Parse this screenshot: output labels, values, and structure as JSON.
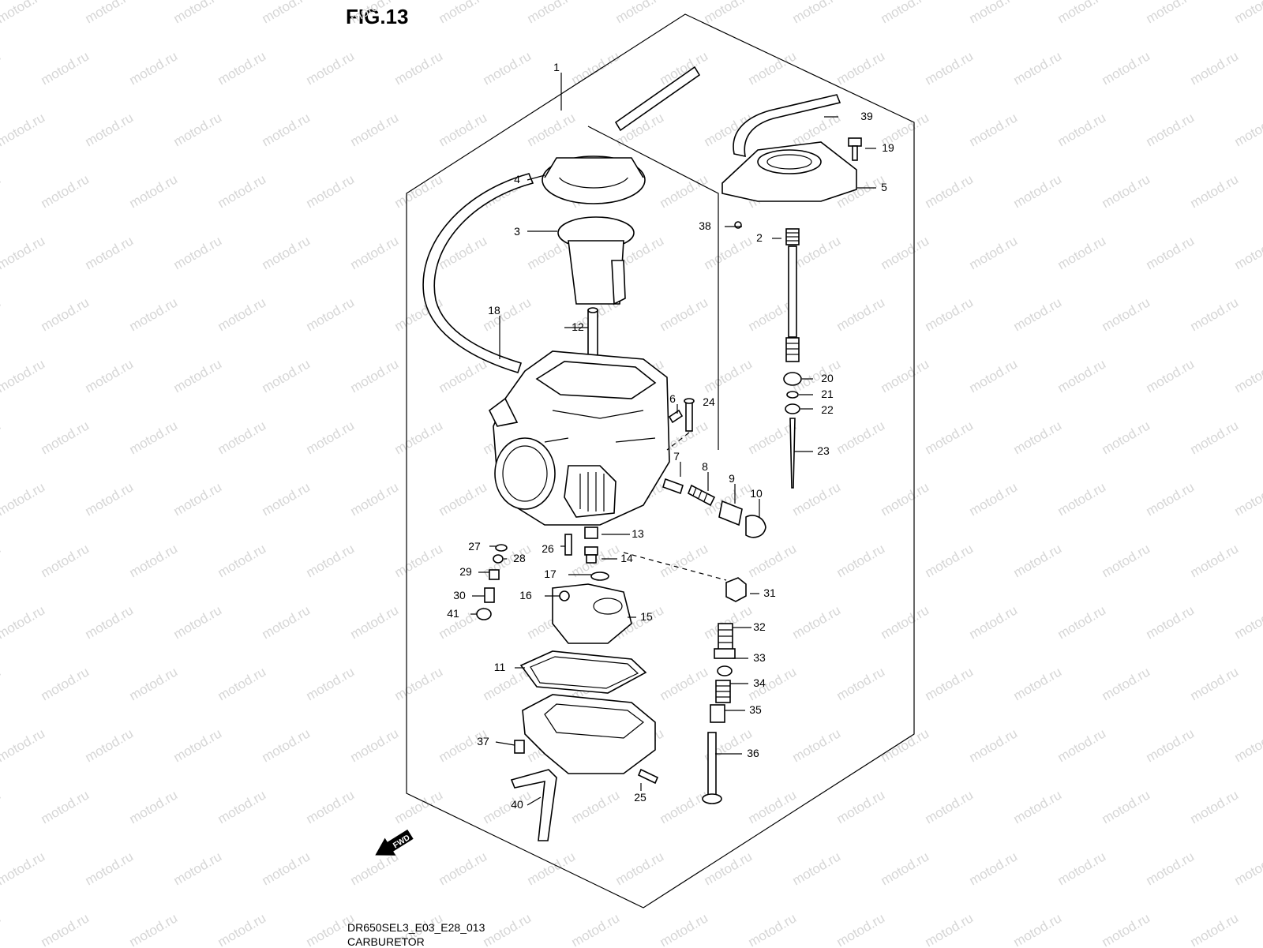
{
  "figure": {
    "title": "FIG.13",
    "code": "DR650SEL3_E03_E28_013",
    "name": "CARBURETOR",
    "watermark": "motod.ru",
    "fwd_label": "FWD"
  },
  "callouts": [
    "1",
    "2",
    "3",
    "4",
    "5",
    "6",
    "7",
    "8",
    "9",
    "10",
    "11",
    "12",
    "13",
    "14",
    "15",
    "16",
    "17",
    "18",
    "19",
    "20",
    "21",
    "22",
    "23",
    "24",
    "25",
    "26",
    "27",
    "28",
    "29",
    "30",
    "31",
    "32",
    "33",
    "34",
    "35",
    "36",
    "37",
    "38",
    "39",
    "40",
    "41"
  ],
  "colors": {
    "line": "#000000",
    "watermark": "#d6d6d6",
    "background": "#ffffff"
  }
}
